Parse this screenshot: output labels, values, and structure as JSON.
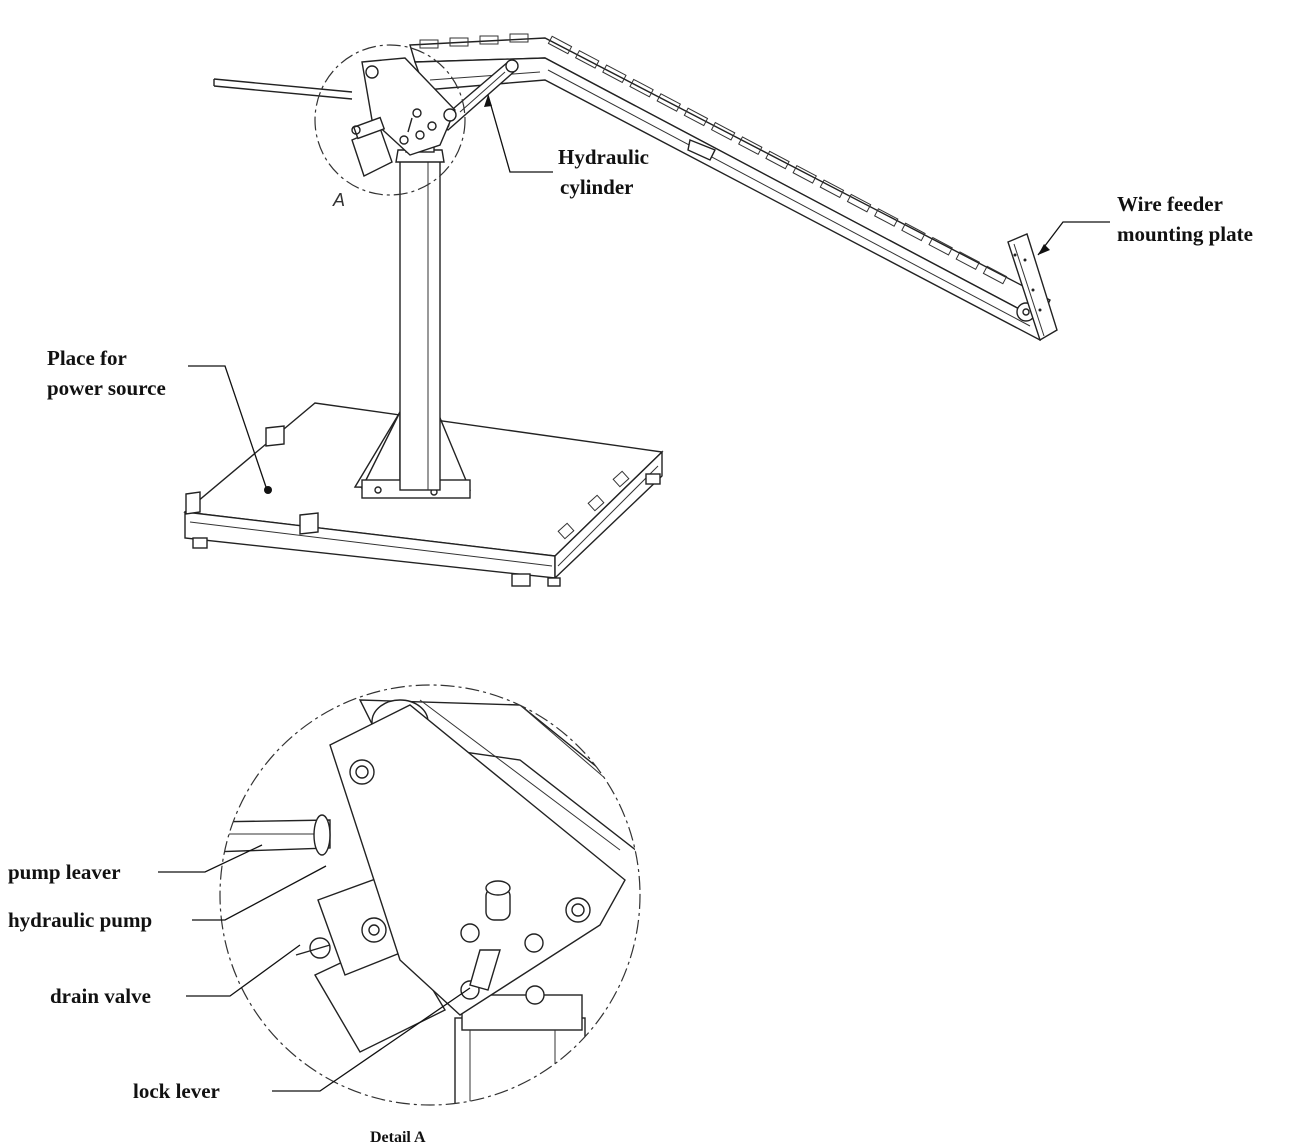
{
  "labels": {
    "hydraulic_cylinder": [
      "Hydraulic",
      "cylinder"
    ],
    "wire_feeder": [
      "Wire feeder",
      "mounting plate"
    ],
    "power_source": [
      "Place for",
      "power source"
    ],
    "detail_letter": "A",
    "pump_leaver": "pump leaver",
    "hydraulic_pump": "hydraulic pump",
    "drain_valve": "drain valve",
    "lock_lever": "lock lever",
    "detail_caption": "Detail A"
  },
  "colors": {
    "line": "#222222",
    "text": "#111111",
    "background": "#ffffff"
  }
}
